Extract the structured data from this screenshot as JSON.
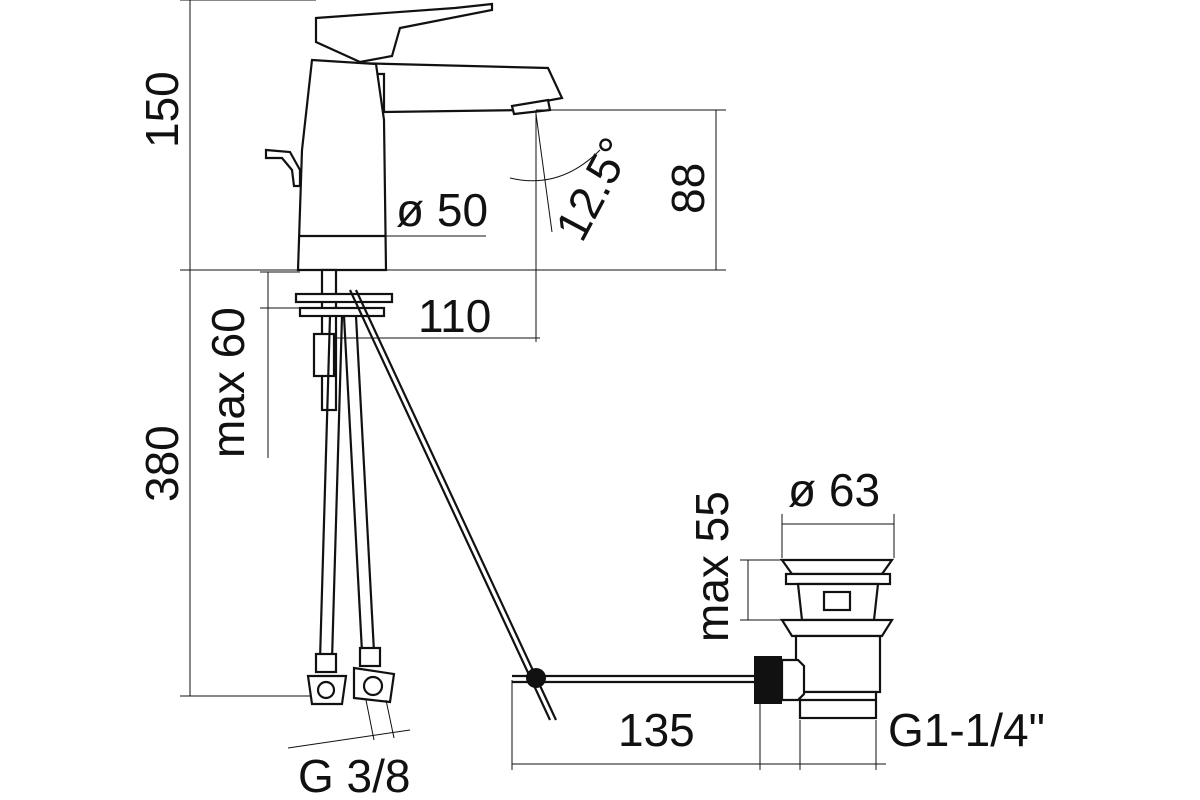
{
  "dimensions": {
    "height_total": "150",
    "spout_height": "88",
    "spout_angle": "12.5°",
    "body_diameter": "ø 50",
    "spout_reach": "110",
    "max_deck": "max 60",
    "hose_length": "380",
    "hose_thread": "G 3/8",
    "waste_diameter": "ø 63",
    "waste_max": "max 55",
    "rod_length": "135",
    "waste_thread": "G1-1/4\""
  }
}
